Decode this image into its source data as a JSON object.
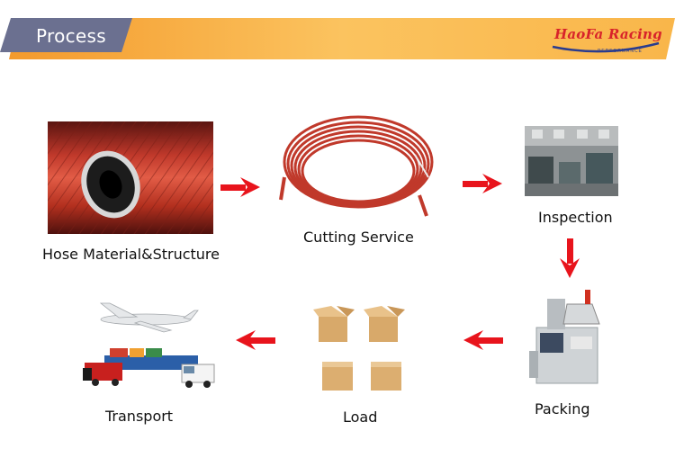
{
  "header": {
    "title": "Process",
    "logo_text": "HaoFa Racing",
    "logo_sub": "PERFORMANCE"
  },
  "steps": [
    {
      "label": "Hose Material&Structure"
    },
    {
      "label": "Cutting Service"
    },
    {
      "label": "Inspection"
    },
    {
      "label": "Packing"
    },
    {
      "label": "Load"
    },
    {
      "label": "Transport"
    }
  ],
  "colors": {
    "accent": "#f7b04c",
    "title_bg": "#6b7090",
    "arrow": "#e8141c",
    "hose": "#c0392b"
  }
}
